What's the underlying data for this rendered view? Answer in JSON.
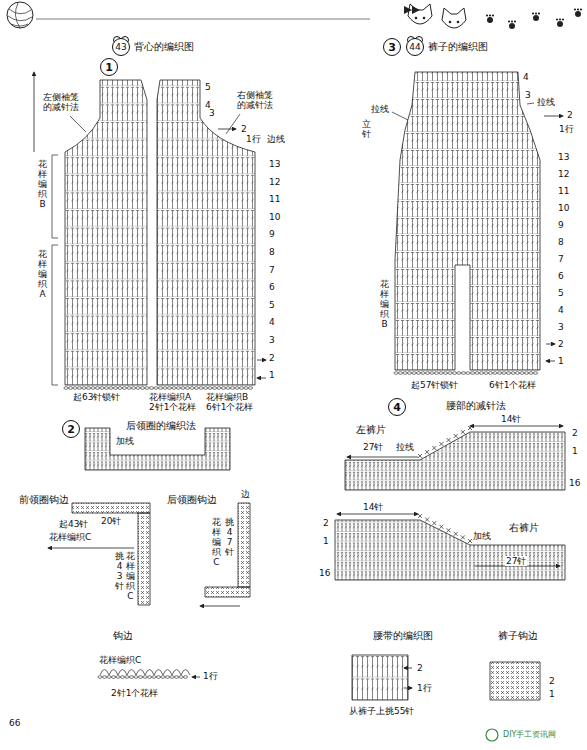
{
  "diagram": {
    "nodes": [
      {
        "text": [
          "43",
          "背心的编织图"
        ]
      },
      {
        "text": [
          "3"
        ]
      },
      {
        "text": [
          "44",
          "裤子的编织图"
        ]
      },
      {
        "text": [
          "1"
        ]
      },
      {
        "text": [
          "4"
        ]
      },
      {
        "text": [
          "2"
        ]
      }
    ],
    "labels": [
      "左侧袖笼的减针法",
      "右侧袖笼的减针法",
      "5",
      "4",
      "3",
      "2",
      "1行",
      "边线",
      "13",
      "12",
      "11",
      "10",
      "9",
      "8",
      "7",
      "6",
      "5",
      "4",
      "3",
      "2",
      "1",
      "花样编织B",
      "花样编织A",
      "起63针锁针",
      "花样编织A 2针1个花样",
      "花样编织B 6针1个花样",
      "后领圈的编织法",
      "加线",
      "前领圈钩边",
      "20针",
      "起43针",
      "花样编织C",
      "挑43针",
      "花样编织C",
      "后领圈钩边",
      "边",
      "挑47针",
      "花样编织C",
      "钩边",
      "花样编织C",
      "1行",
      "2针1个花样",
      "66",
      "4",
      "3",
      "拉线",
      "2",
      "1行",
      "拉线",
      "立针",
      "13",
      "12",
      "11",
      "10",
      "9",
      "8",
      "7",
      "6",
      "5",
      "4",
      "3",
      "2",
      "1",
      "花样编织B",
      "起57针锁针",
      "6针1个花样",
      "腰部的减针法",
      "左裤片",
      "14针",
      "2",
      "1",
      "16",
      "拉线",
      "27针",
      "14针",
      "右裤片",
      "2",
      "1",
      "16",
      "加线",
      "27针",
      "腰带的编织图",
      "裤子钩边",
      "2",
      "1行",
      "从裤子上挑55针",
      "2",
      "1",
      "DIY手工资讯网"
    ]
  }
}
